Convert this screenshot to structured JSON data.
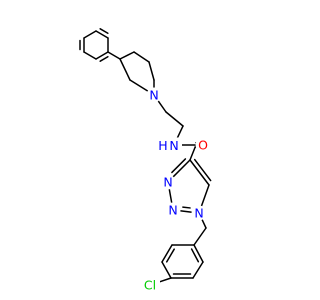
{
  "molecule": {
    "colors": {
      "bond": "#000000",
      "carbon_label": "#000000",
      "nitrogen": "#0000ff",
      "oxygen": "#ff0000",
      "chlorine": "#00cc00"
    },
    "labels": {
      "amide_oxygen": "O",
      "amide_nitrogen_h": "H",
      "amide_nitrogen": "N",
      "piperidine_nitrogen": "N",
      "triazole_n1": "N",
      "triazole_n2": "N",
      "triazole_n3": "N",
      "chlorine": "Cl"
    }
  }
}
